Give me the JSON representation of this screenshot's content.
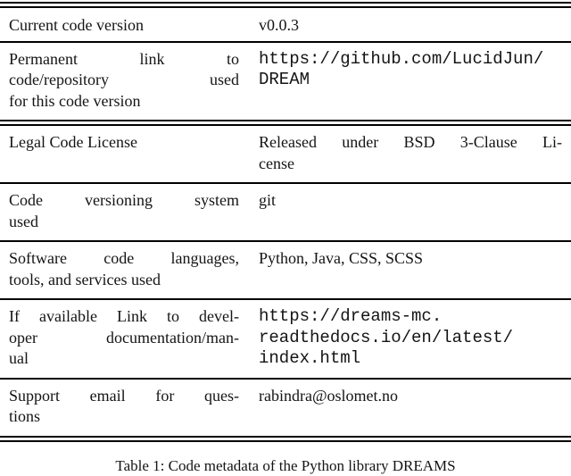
{
  "colors": {
    "background": "#ffffff",
    "text": "#141414",
    "rule": "#000000"
  },
  "table": {
    "rows": [
      {
        "label": "Current code version",
        "label_lines": [
          "Current code version"
        ],
        "value": "v0.0.3",
        "value_lines": [
          "v0.0.3"
        ]
      },
      {
        "label": "Permanent link to code/repository used for this code version",
        "label_lines": [
          "Permanent link to",
          "code/repository used",
          "for this code version"
        ],
        "value": "https://github.com/LucidJun/DREAM",
        "value_lines": [
          "https://github.com/LucidJun/",
          "DREAM"
        ]
      },
      {
        "label": "Legal Code License",
        "label_lines": [
          "Legal Code License"
        ],
        "value": "Released under BSD 3-Clause License",
        "value_lines": [
          "Released under BSD 3-Clause Li-",
          "cense"
        ]
      },
      {
        "label": "Code versioning system used",
        "label_lines": [
          "Code versioning system",
          "used"
        ],
        "value": "git",
        "value_lines": [
          "git"
        ]
      },
      {
        "label": "Software code languages, tools, and services used",
        "label_lines": [
          "Software code languages,",
          "tools, and services used"
        ],
        "value": "Python, Java, CSS, SCSS",
        "value_lines": [
          "Python, Java, CSS, SCSS"
        ]
      },
      {
        "label": "If available Link to developer documentation/manual",
        "label_lines": [
          "If available Link to devel-",
          "oper documentation/man-",
          "ual"
        ],
        "value": "https://dreams-mc.readthedocs.io/en/latest/index.html",
        "value_lines": [
          "https://dreams-mc.",
          "readthedocs.io/en/latest/",
          "index.html"
        ]
      },
      {
        "label": "Support email for questions",
        "label_lines": [
          "Support email for ques-",
          "tions"
        ],
        "value": "rabindra@oslomet.no",
        "value_lines": [
          "rabindra@oslomet.no"
        ]
      }
    ]
  },
  "caption": "Table 1: Code metadata of the Python library DREAMS"
}
